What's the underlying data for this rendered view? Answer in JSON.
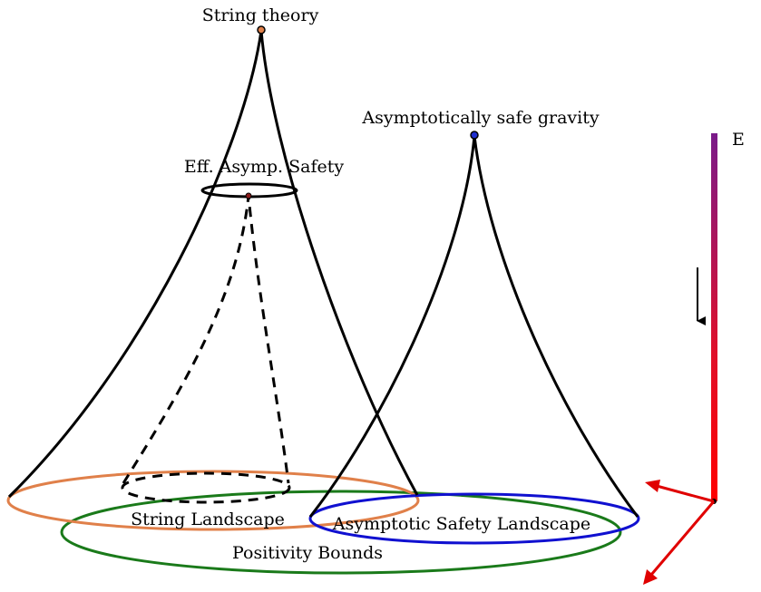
{
  "labels": {
    "string_theory": "String theory",
    "asymptotic_safe_gravity": "Asymptotically safe gravity",
    "eff_asymp_safety": "Eff. Asymp. Safety",
    "string_landscape": "String Landscape",
    "positivity_bounds": "Positivity Bounds",
    "asymptotic_safety_landscape": "Asymptotic Safety Landscape",
    "energy_axis": "E"
  },
  "colors": {
    "string_theory_dot": "#e0804a",
    "asymptotic_dot": "#1f2fd0",
    "string_landscape": "#e0804a",
    "positivity_bounds": "#1a7a1a",
    "positivity_text": "#2f6b2f",
    "asymptotic_landscape": "#1010d0",
    "energy_bar_top": "#7a1a8a",
    "energy_bar_bottom": "#ff0000",
    "axis_arrows": "#e00000"
  }
}
